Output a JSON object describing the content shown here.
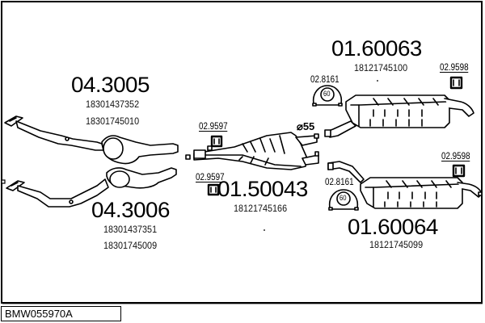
{
  "diagram": {
    "title_code": "BMW055970A",
    "parts": [
      {
        "id": "front-pipe-1",
        "number": "04.3005",
        "oe_numbers": [
          "18301437352",
          "18301745010"
        ]
      },
      {
        "id": "front-pipe-2",
        "number": "04.3006",
        "oe_numbers": [
          "18301437351",
          "18301745009"
        ]
      },
      {
        "id": "middle-silencer",
        "number": "01.50043",
        "oe_numbers": [
          "18121745166"
        ]
      },
      {
        "id": "rear-silencer-1",
        "number": "01.60063",
        "oe_numbers": [
          "18121745100"
        ]
      },
      {
        "id": "rear-silencer-2",
        "number": "01.60064",
        "oe_numbers": [
          "18121745099"
        ]
      }
    ],
    "accessories": [
      {
        "id": "hanger-middle-top",
        "number": "02.9597",
        "icon": "rubber-hanger-icon"
      },
      {
        "id": "hanger-middle-bottom",
        "number": "02.9597",
        "icon": "rubber-hanger-icon"
      },
      {
        "id": "clamp-rear-top",
        "number": "02.8161",
        "icon": "pipe-clamp-icon",
        "size": "60"
      },
      {
        "id": "clamp-rear-bottom",
        "number": "02.8161",
        "icon": "pipe-clamp-icon",
        "size": "60"
      },
      {
        "id": "hanger-rear-top",
        "number": "02.9598",
        "icon": "rubber-hanger-icon"
      },
      {
        "id": "hanger-rear-bottom",
        "number": "02.9598",
        "icon": "rubber-hanger-icon"
      }
    ],
    "diameter_label": "⌀55"
  }
}
